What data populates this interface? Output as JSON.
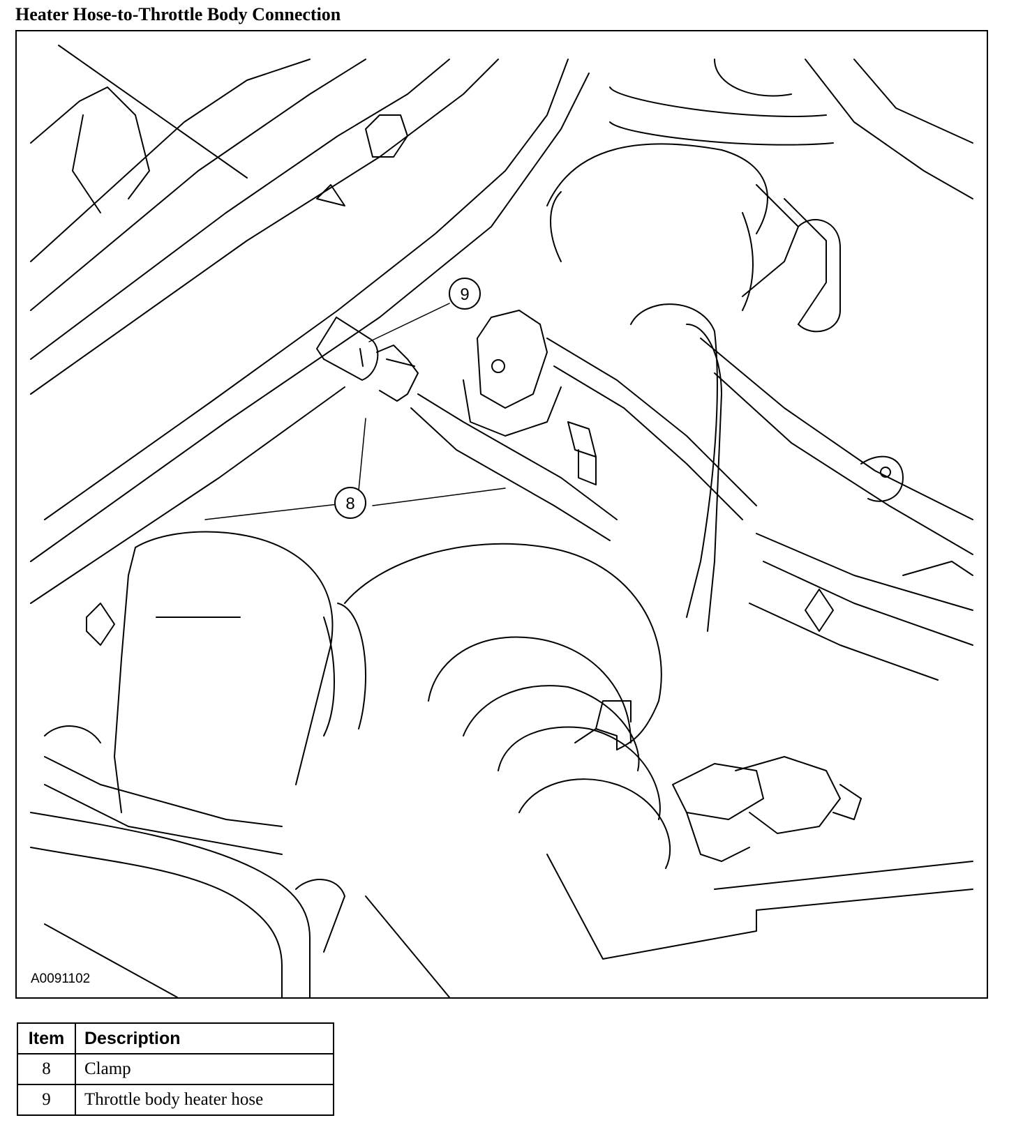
{
  "title": "Heater Hose-to-Throttle Body Connection",
  "figure_id": "A0091102",
  "callouts": [
    "9",
    "8"
  ],
  "legend": {
    "headers": {
      "item": "Item",
      "description": "Description"
    },
    "rows": [
      {
        "item": "8",
        "description": "Clamp"
      },
      {
        "item": "9",
        "description": "Throttle body heater hose"
      }
    ]
  }
}
